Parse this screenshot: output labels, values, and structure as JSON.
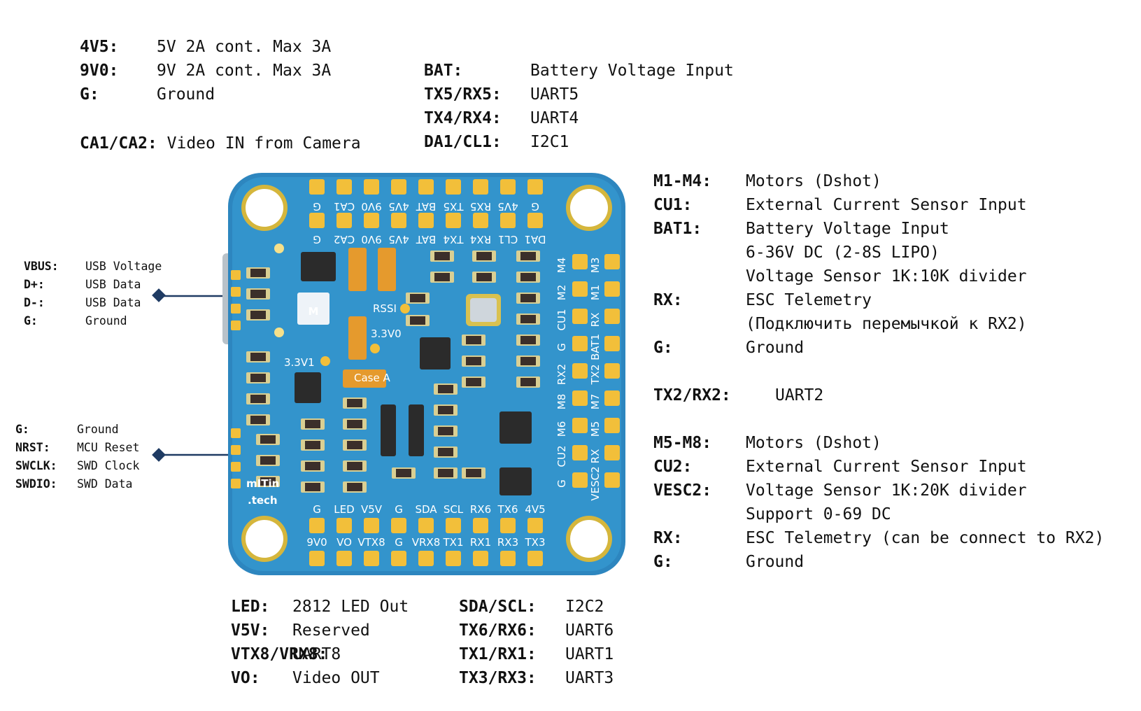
{
  "top_left": [
    {
      "key": "4V5:",
      "val": "5V 2A cont. Max 3A"
    },
    {
      "key": "9V0:",
      "val": "9V 2A cont. Max 3A"
    },
    {
      "key": "G:",
      "val": "Ground"
    }
  ],
  "camera": {
    "key": "CA1/CA2:",
    "val": "Video IN from Camera"
  },
  "top_mid": [
    {
      "key": "BAT:",
      "val": "Battery Voltage Input"
    },
    {
      "key": "TX5/RX5:",
      "val": "UART5"
    },
    {
      "key": "TX4/RX4:",
      "val": "UART4"
    },
    {
      "key": "DA1/CL1:",
      "val": "I2C1"
    }
  ],
  "usb": [
    {
      "key": "VBUS:",
      "val": "USB Voltage"
    },
    {
      "key": "D+:",
      "val": "USB Data"
    },
    {
      "key": "D-:",
      "val": "USB Data"
    },
    {
      "key": "G:",
      "val": "Ground"
    }
  ],
  "swd": [
    {
      "key": "G:",
      "val": "Ground"
    },
    {
      "key": "NRST:",
      "val": "MCU Reset"
    },
    {
      "key": "SWCLK:",
      "val": "SWD Clock"
    },
    {
      "key": "SWDIO:",
      "val": "SWD Data"
    }
  ],
  "right": [
    {
      "key": "M1-M4:",
      "val": "Motors (Dshot)"
    },
    {
      "key": "CU1:",
      "val": "External Current Sensor Input"
    },
    {
      "key": "BAT1:",
      "val": "Battery Voltage Input"
    },
    {
      "key": "",
      "val": "6-36V DC (2-8S LIPO)"
    },
    {
      "key": "",
      "val": "Voltage Sensor 1K:10K divider"
    },
    {
      "key": "RX:",
      "val": "ESC Telemetry"
    },
    {
      "key": "",
      "val": "(Подключить перемычкой к RX2)"
    },
    {
      "key": "G:",
      "val": "Ground"
    },
    {
      "key": "TX2/RX2:",
      "val": "UART2"
    },
    {
      "key": "M5-M8:",
      "val": "Motors (Dshot)"
    },
    {
      "key": "CU2:",
      "val": "External Current Sensor Input"
    },
    {
      "key": "VESC2:",
      "val": "Voltage Sensor 1K:20K divider"
    },
    {
      "key": "",
      "val": "Support  0-69 DC"
    },
    {
      "key": "RX:",
      "val": "ESC Telemetry (can be connect to RX2)"
    },
    {
      "key": "G:",
      "val": "Ground"
    }
  ],
  "bottom_left": [
    {
      "key": "LED:",
      "val": "2812 LED Out"
    },
    {
      "key": "V5V:",
      "val": "Reserved"
    },
    {
      "key": "VTX8/VRX8:",
      "val": "UART8"
    },
    {
      "key": "VO:",
      "val": "Video OUT"
    }
  ],
  "bottom_right": [
    {
      "key": "SDA/SCL:",
      "val": "I2C2"
    },
    {
      "key": "TX6/RX6:",
      "val": "UART6"
    },
    {
      "key": "TX1/RX1:",
      "val": "UART1"
    },
    {
      "key": "TX3/RX3:",
      "val": "UART3"
    }
  ],
  "board": {
    "top_row1": [
      "G",
      "CA1",
      "9V0",
      "4V5",
      "BAT",
      "TX5",
      "RX5",
      "4V5",
      "G"
    ],
    "top_row2": [
      "G",
      "CA2",
      "9V0",
      "4V5",
      "BAT",
      "TX4",
      "RX4",
      "CL1",
      "DA1"
    ],
    "right_col1": [
      "M4",
      "M2",
      "CU1",
      "G",
      "RX2",
      "M8",
      "M6",
      "CU2",
      "G"
    ],
    "right_col2": [
      "M3",
      "M1",
      "RX",
      "BAT1",
      "TX2",
      "M7",
      "M5",
      "RX",
      "VESC2"
    ],
    "bottom_row1": [
      "G",
      "LED",
      "V5V",
      "G",
      "SDA",
      "SCL",
      "RX6",
      "TX6",
      "4V5"
    ],
    "bottom_row2": [
      "9V0",
      "VO",
      "VTX8",
      "G",
      "VRX8",
      "TX1",
      "RX1",
      "RX3",
      "TX3"
    ],
    "labels": {
      "rssi": "RSSI",
      "v33_0": "3.3V0",
      "v33_1": "3.3V1",
      "logo": "M",
      "brand1": "mITin",
      "brand2": ".tech",
      "case_a": "Case A"
    },
    "colors": {
      "pcb": "#2f8ec7",
      "pad": "#f2bf3a",
      "silk": "#ffffff",
      "text_line": "#1f3b63"
    }
  }
}
